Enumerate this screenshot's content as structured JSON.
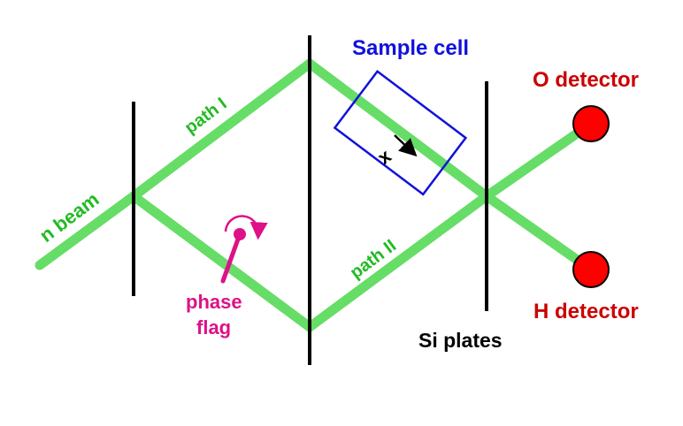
{
  "labels": {
    "n_beam": "n beam",
    "path_1": "path I",
    "path_2": "path II",
    "sample_cell": "Sample cell",
    "x_axis": "x",
    "phase_flag_line1": "phase",
    "phase_flag_line2": "flag",
    "si_plates": "Si plates",
    "o_detector": "O detector",
    "h_detector": "H detector"
  },
  "colors": {
    "beam": "#66dd66",
    "beam_label": "#22bb22",
    "plate": "#000000",
    "sample_cell": "#1111dd",
    "phase_flag": "#dd1188",
    "detector_fill": "#ff0000",
    "detector_label": "#cc0000",
    "text": "#000000"
  }
}
